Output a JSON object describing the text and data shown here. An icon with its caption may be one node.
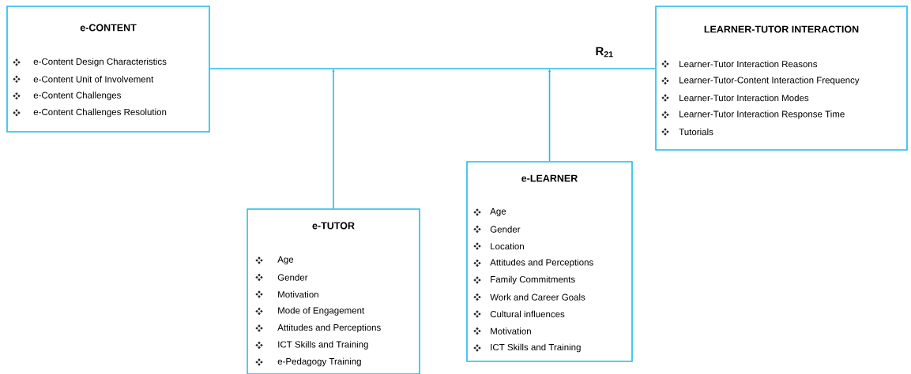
{
  "diagram": {
    "nodes": [
      {
        "text": [
          "e-CONTENT",
          "e-Content Design Characteristics",
          "e-Content Unit of Involvement",
          "e-Content Challenges",
          "e-Content Challenges Resolution"
        ]
      },
      {
        "text": [
          "LEARNER-TUTOR INTERACTION",
          "Learner-Tutor Interaction Reasons",
          "Learner-Tutor-Content Interaction Frequency",
          "Learner-Tutor Interaction Modes",
          "Learner-Tutor Interaction Response Time",
          "Tutorials"
        ]
      },
      {
        "text": [
          "e-TUTOR",
          "Age",
          "Gender",
          "Motivation",
          "Mode of Engagement",
          "Attitudes and Perceptions",
          "ICT Skills and Training",
          "e-Pedagogy Training"
        ]
      },
      {
        "text": [
          "e-LEARNER",
          "Age",
          "Gender",
          "Location",
          "Attitudes and Perceptions",
          "Family Commitments",
          "Work and Career Goals",
          "Cultural influences",
          "Motivation",
          "ICT Skills and Training"
        ]
      }
    ],
    "edges": [
      {
        "from": 0,
        "to": 1,
        "arrow": "none"
      },
      {
        "from": 2,
        "to": null,
        "arrow": "to"
      },
      {
        "from": 3,
        "to": null,
        "arrow": "to"
      }
    ],
    "labels": [
      "R$_{21}$"
    ]
  }
}
